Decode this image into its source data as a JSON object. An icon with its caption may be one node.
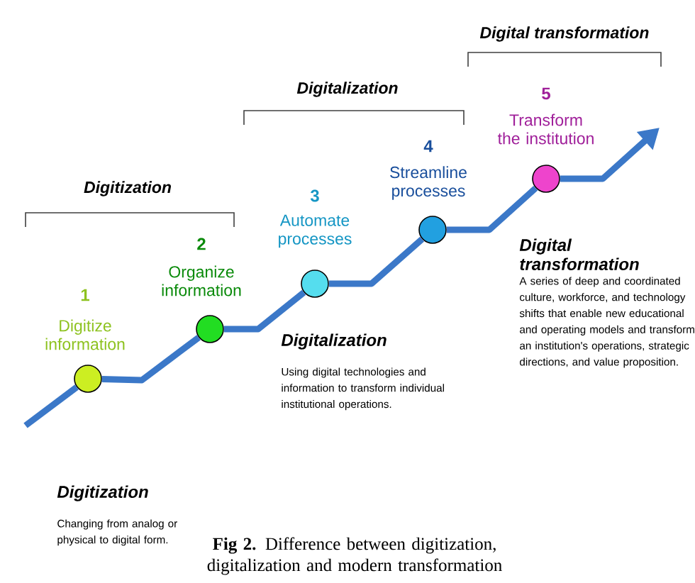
{
  "diagram": {
    "caption": "**Fig 2.** Difference between digitization, digitalization and modern transformation",
    "nodes": [
      {
        "text": [],
        "shape": "circle",
        "beside": [
          "1",
          "Digitize information"
        ]
      },
      {
        "text": [],
        "shape": "circle",
        "beside": [
          "2",
          "Organize information"
        ]
      },
      {
        "text": [],
        "shape": "circle",
        "beside": [
          "3",
          "Automate processes"
        ]
      },
      {
        "text": [],
        "shape": "circle",
        "beside": [
          "4",
          "Streamline processes"
        ]
      },
      {
        "text": [],
        "shape": "circle",
        "beside": [
          "5",
          "Transform the institution"
        ]
      }
    ],
    "edges": [
      {
        "from": null,
        "to": 0,
        "arrow": "none"
      },
      {
        "from": 0,
        "to": 1,
        "arrow": "none"
      },
      {
        "from": 1,
        "to": 2,
        "arrow": "none"
      },
      {
        "from": 2,
        "to": 3,
        "arrow": "none"
      },
      {
        "from": 3,
        "to": 4,
        "arrow": "none"
      },
      {
        "from": 4,
        "to": null,
        "arrow": "to"
      }
    ],
    "labels": [
      "Digital transformation",
      "Digitalization",
      "Digitization",
      "Digital transformation",
      "A series of deep and coordinated culture, workforce, and technology shifts that enable new educational and operating models and transform an institution's operations, strategic directions, and value proposition.",
      "Digitalization",
      "Using digital technologies and information to transform individual institutional operations.",
      "Digitization",
      "Changing from analog or physical to digital form."
    ]
  }
}
